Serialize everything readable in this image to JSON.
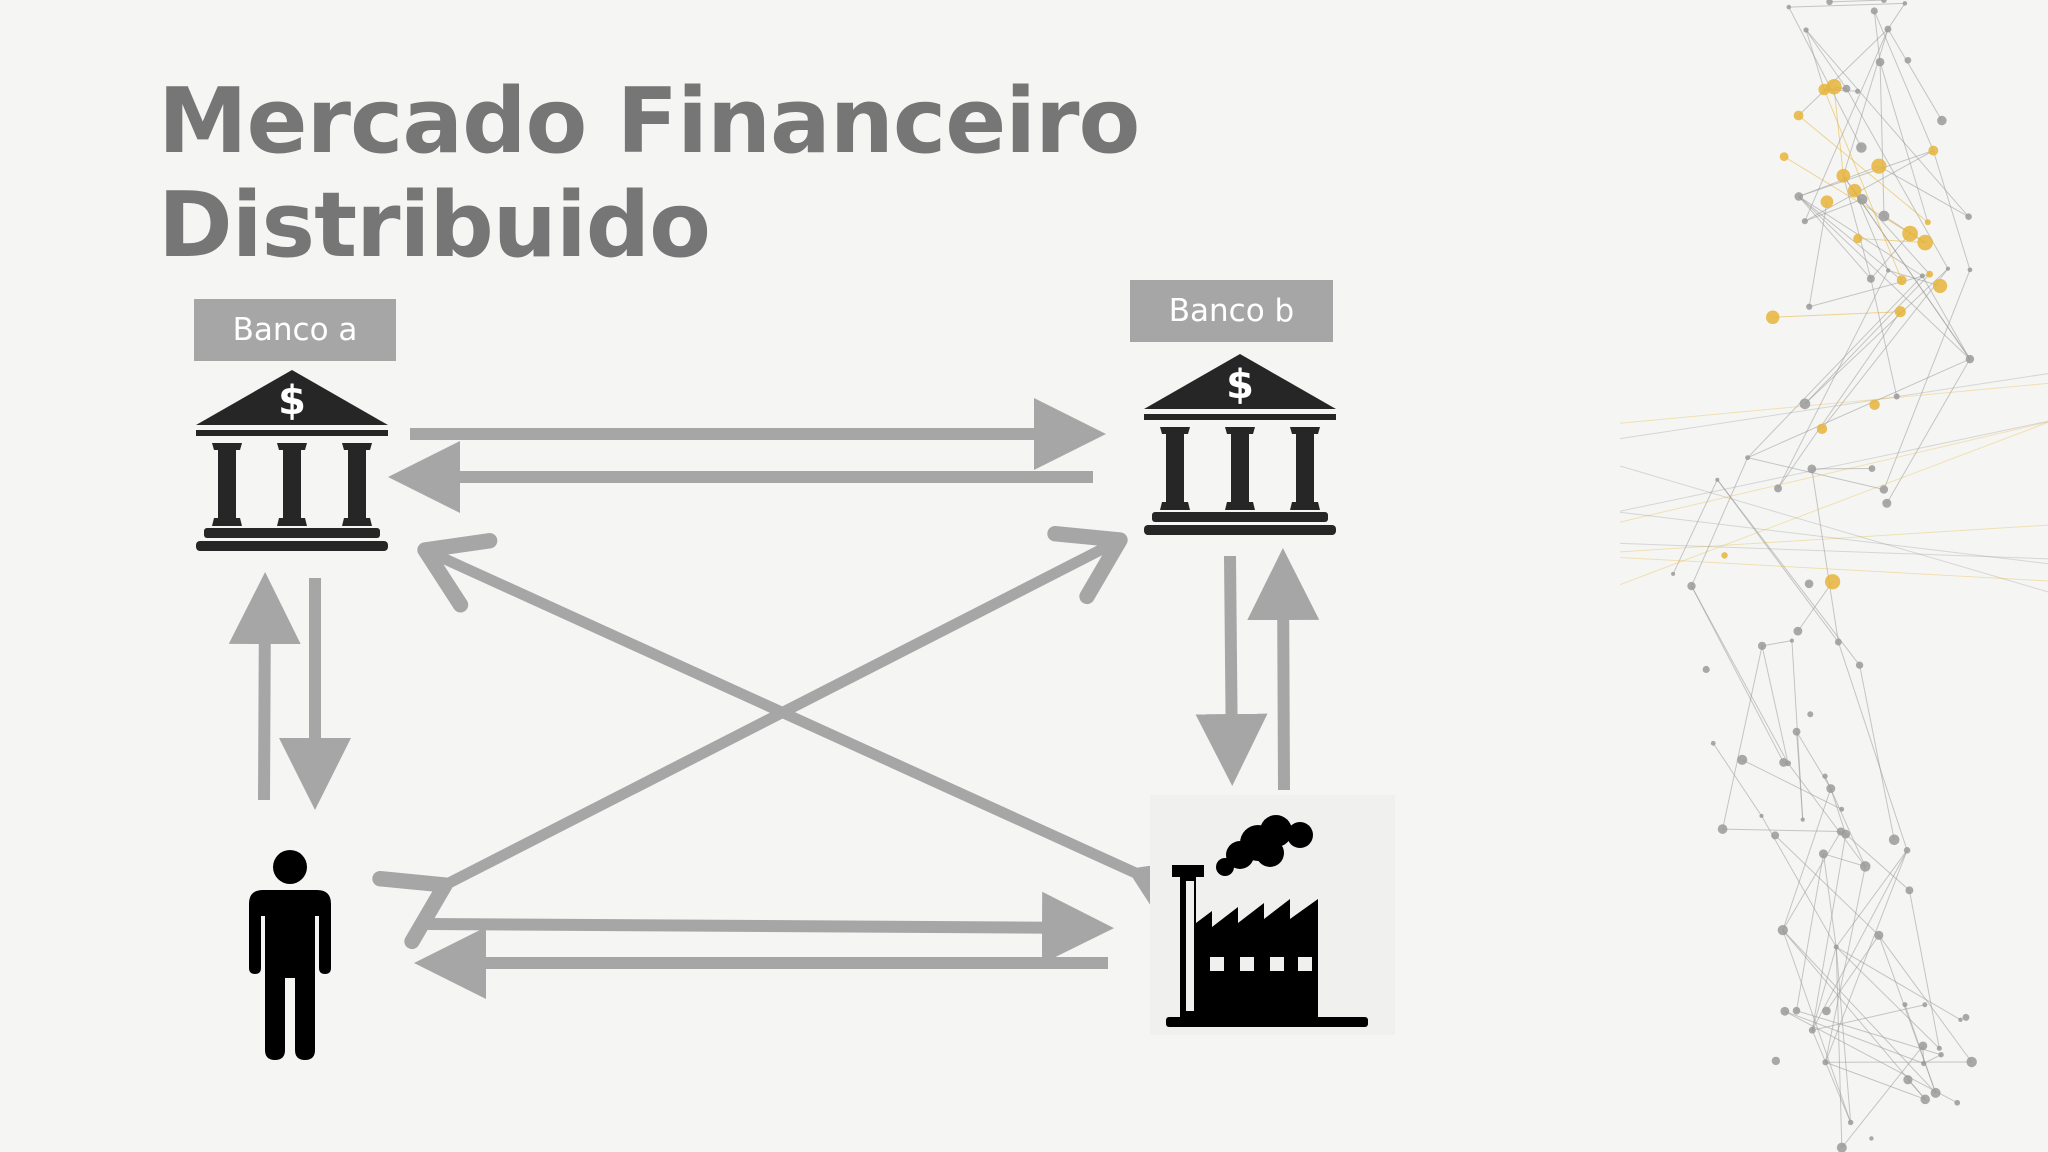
{
  "slide": {
    "title_line1": "Mercado Financeiro",
    "title_line2": "Distribuido"
  },
  "nodes": {
    "bank_a": {
      "label": "Banco a",
      "icon": "bank-icon"
    },
    "bank_b": {
      "label": "Banco b",
      "icon": "bank-icon"
    },
    "person": {
      "icon": "person-icon"
    },
    "factory": {
      "icon": "factory-icon"
    }
  },
  "colors": {
    "background": "#f5f6f4",
    "title": "#767676",
    "label_bg": "#a6a6a6",
    "label_text": "#ffffff",
    "arrow": "#a6a6a6",
    "icon": "#262626",
    "network_gray": "#9a9a9a",
    "network_gold": "#e8b43a"
  }
}
